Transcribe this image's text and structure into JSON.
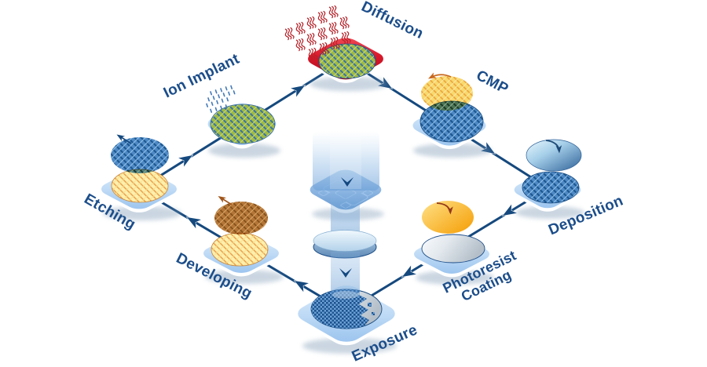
{
  "diagram": {
    "flow_direction": "clockwise",
    "sequence": [
      "Ion Implant",
      "Diffusion",
      "CMP",
      "Deposition",
      "Photoresist Coating",
      "Exposure",
      "Developing",
      "Etching"
    ]
  },
  "stations": [
    {
      "id": "diffusion",
      "label": "Diffusion",
      "icon": "heat-waves-icon"
    },
    {
      "id": "cmp",
      "label": "CMP",
      "icon": "pad-rotate-arrow-icon"
    },
    {
      "id": "deposition",
      "label": "Deposition",
      "icon": "deposit-arrow-icon"
    },
    {
      "id": "photoresist-coating",
      "label_line1": "Photoresist",
      "label_line2": "Coating",
      "icon": "dispense-arrow-icon"
    },
    {
      "id": "exposure",
      "label": "Exposure",
      "icon": "light-beam-icon"
    },
    {
      "id": "developing",
      "label": "Developing",
      "icon": "lift-off-arrow-icon"
    },
    {
      "id": "etching",
      "label": "Etching",
      "icon": "lift-off-arrow-icon"
    },
    {
      "id": "ion-implant",
      "label": "Ion Implant",
      "icon": "ion-beam-icon"
    }
  ],
  "center": {
    "icons": [
      "light-column-icon",
      "photomask-icon",
      "projection-lens-icon",
      "down-arrow-icon"
    ]
  },
  "colors": {
    "label_navy": "#1b4d8a",
    "arrow_navy": "#15497e",
    "tile_blue": "#c3ddf6",
    "tile_red": "#d8182b",
    "wafer_blue": "#4e89c5",
    "wafer_green": "#a0bb42",
    "wafer_yellow": "#fdf0ae",
    "pad_gold": "#f8d96e",
    "disc_brown": "#b47638",
    "disc_metal": "#98c6e4",
    "disc_amber": "#f6a60a",
    "wafer_silver": "#dfe5ea",
    "beam_blue": "#9cc2e6",
    "heat_red": "#b5232a",
    "ion_blue": "#4179b8"
  }
}
